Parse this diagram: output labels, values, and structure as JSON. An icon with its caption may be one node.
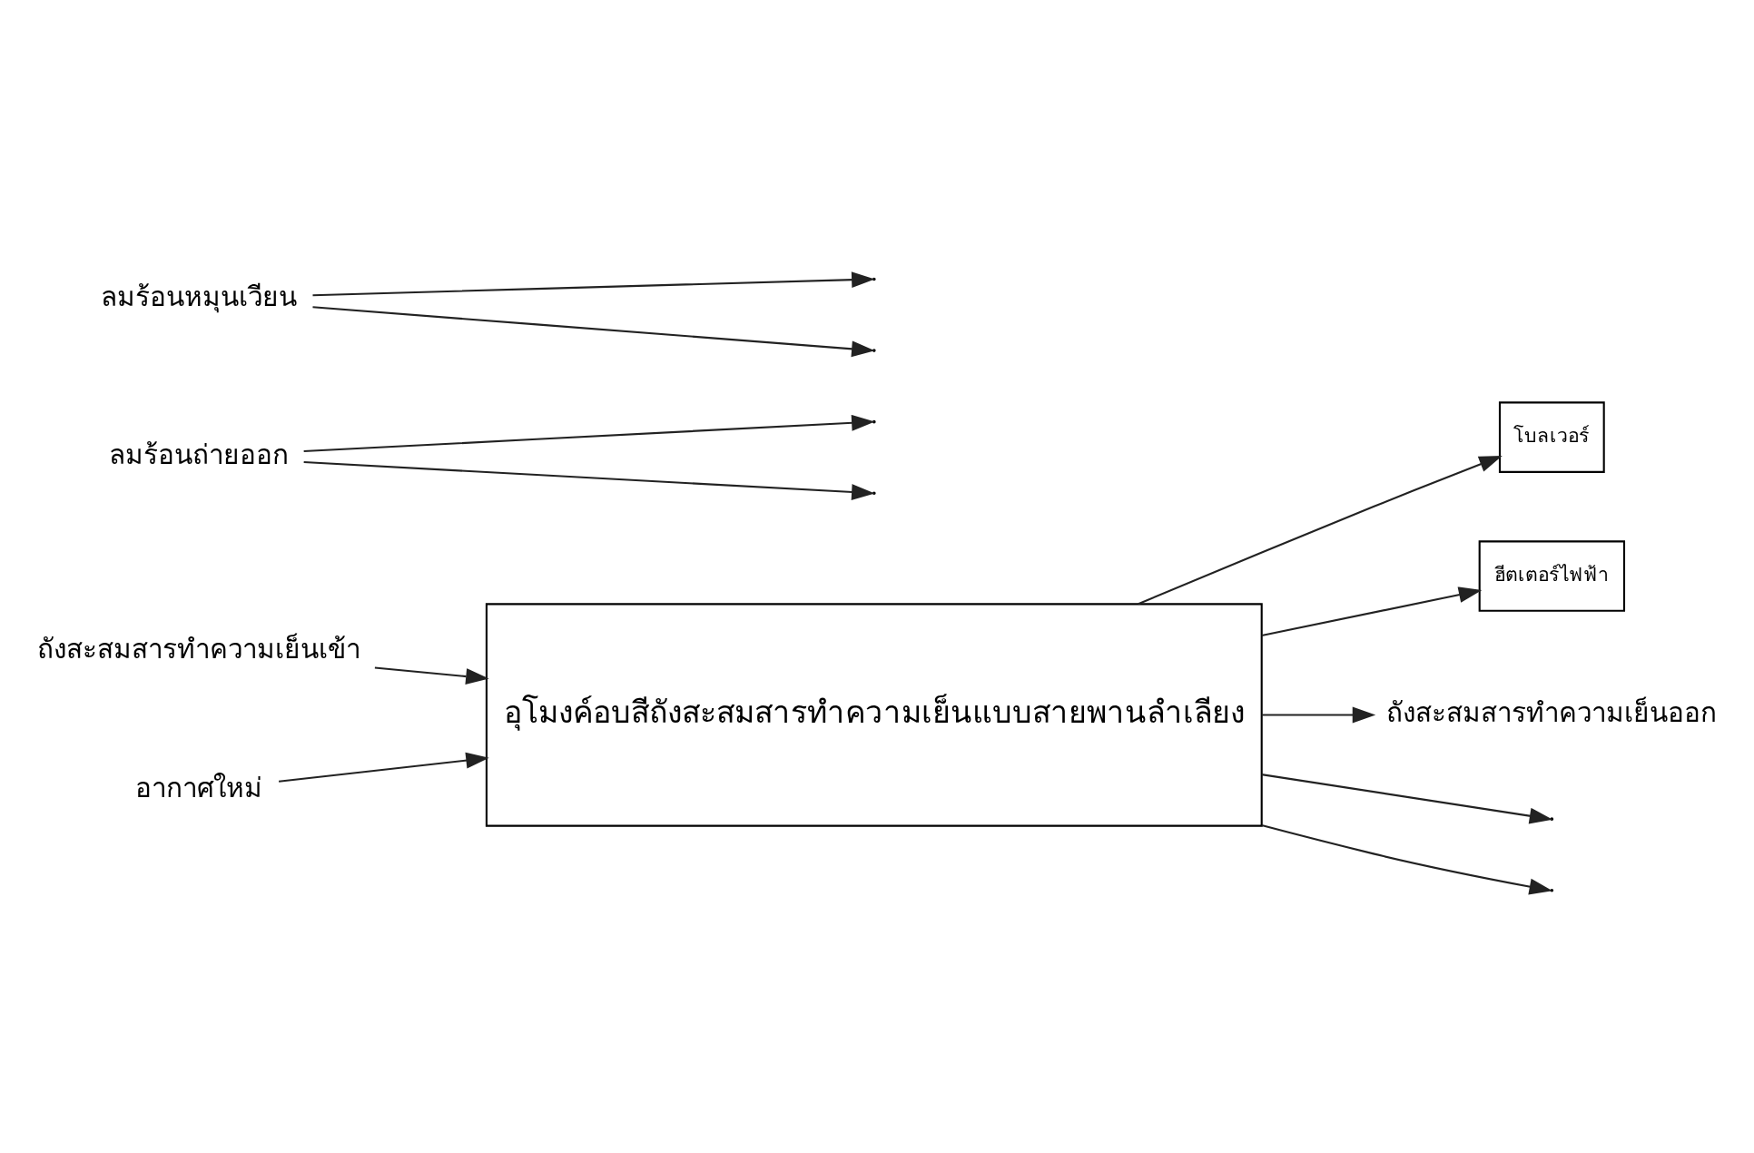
{
  "diagram": {
    "nodes": [
      {
        "text": [
          "อุโมงค์อบสีถังสะสมสารทำความเย็นแบบสายพานลำเลียง"
        ]
      },
      {
        "text": [
          "โบลเวอร์"
        ]
      },
      {
        "text": [
          "ฮีตเตอร์ไฟฟ้า"
        ]
      },
      {
        "text": [
          "ถังสะสมสารทำความเย็นเข้า"
        ]
      },
      {
        "text": [
          "อากาศใหม่"
        ]
      },
      {
        "text": [
          "ถังสะสมสารทำความเย็นออก"
        ]
      },
      {
        "text": [
          "ลมร้อนถ่ายออก"
        ]
      },
      {
        "text": [
          "ลมร้อนหมุนเวียน"
        ]
      }
    ],
    "edges": [
      {
        "from": 3,
        "to": 0,
        "arrow": "to"
      },
      {
        "from": 4,
        "to": 0,
        "arrow": "to"
      },
      {
        "from": 0,
        "to": 5,
        "arrow": "to"
      },
      {
        "from": 0,
        "to": null,
        "arrow": "to"
      },
      {
        "from": 0,
        "to": null,
        "arrow": "to"
      },
      {
        "from": 6,
        "to": null,
        "arrow": "to"
      },
      {
        "from": 6,
        "to": null,
        "arrow": "to"
      },
      {
        "from": 0,
        "to": 1,
        "arrow": "to"
      },
      {
        "from": 0,
        "to": 2,
        "arrow": "to"
      },
      {
        "from": 7,
        "to": null,
        "arrow": "to"
      },
      {
        "from": 7,
        "to": null,
        "arrow": "to"
      }
    ]
  }
}
